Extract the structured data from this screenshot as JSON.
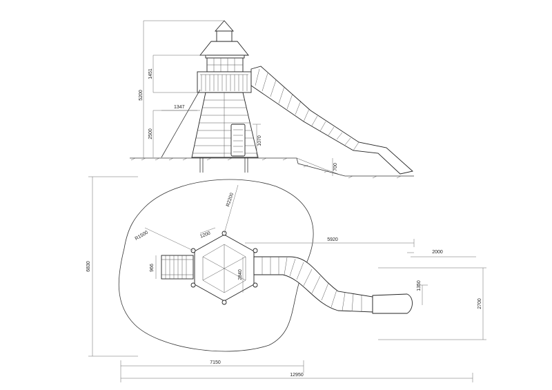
{
  "drawing": {
    "elevation": {
      "dimensions": {
        "total_height": "5200",
        "tower_top_height": "1451",
        "platform_height": "2500",
        "rope_offset": "1347",
        "climber_height": "1070",
        "slide_exit_height": "700"
      }
    },
    "plan": {
      "dimensions": {
        "overall_width": "6830",
        "safety_radius_right": "R2200",
        "safety_radius_left": "R1500",
        "hex_side": "1200",
        "hex_width": "2840",
        "ladder_width": "966",
        "slide_reach": "5920",
        "slide_run_out": "2000",
        "slide_exit_width": "1350",
        "exit_zone_width": "2700",
        "area_length": "7150",
        "overall_length": "12950"
      }
    }
  }
}
